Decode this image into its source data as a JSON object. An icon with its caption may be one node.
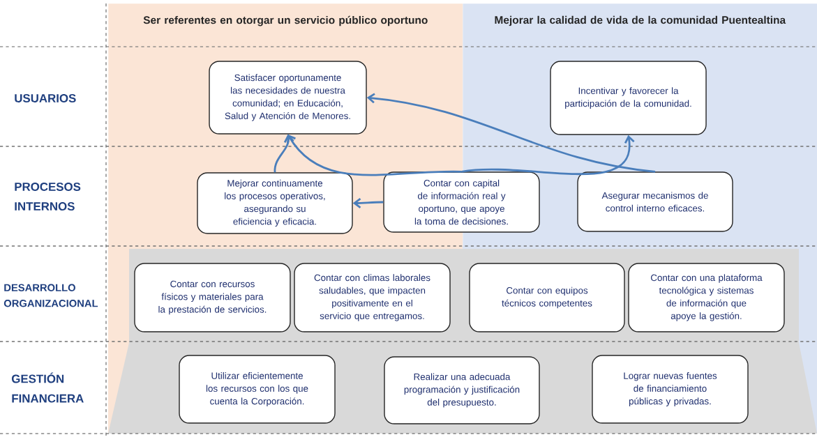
{
  "diagram": {
    "nodes": [
      {
        "text": [
          "Ser referentes en otorgar un servicio público oportuno"
        ]
      },
      {
        "text": [
          "Mejorar la calidad de vida de la comunidad  Puentealtina"
        ]
      },
      {
        "text": [
          "Satisfacer oportunamente las necesidades de nuestra comunidad; en Educación, Salud y Atención de Menores."
        ],
        "in": 0
      },
      {
        "text": [
          "Incentivar y favorecer la participación de la comunidad."
        ],
        "in": 1
      },
      {
        "text": [
          "Mejorar continuamente los procesos operativos, asegurando su eficiencia y eficacia."
        ],
        "in": 0
      },
      {
        "text": [
          "Contar con capital de información real y oportuno, que apoye la toma de decisiones."
        ]
      },
      {
        "text": [
          "Asegurar mecanismos de control interno eficaces."
        ],
        "in": 1
      },
      {
        "text": [
          "Contar con recursos físicos y materiales para la prestación de servicios."
        ]
      },
      {
        "text": [
          "Contar con climas laborales saludables, que impacten positivamente en el servicio que entregamos."
        ]
      },
      {
        "text": [
          "Contar con equipos técnicos competentes"
        ]
      },
      {
        "text": [
          "Contar con una plataforma tecnológica y sistemas de información que apoye la gestión."
        ]
      },
      {
        "text": [
          "Utilizar eficientemente los recursos con los que cuenta la Corporación."
        ]
      },
      {
        "text": [
          "Realizar una adecuada programación y justificación del presupuesto."
        ]
      },
      {
        "text": [
          "Lograr nuevas fuentes de financiamiento públicas y privadas."
        ]
      }
    ],
    "edges": [
      {
        "from": 4,
        "to": 2,
        "arrow": "to"
      },
      {
        "from": 5,
        "to": 4,
        "arrow": "to"
      },
      {
        "from": 5,
        "to": 2,
        "arrow": "to"
      },
      {
        "from": 5,
        "to": 3,
        "arrow": "to"
      },
      {
        "from": 6,
        "to": 2,
        "arrow": "to"
      }
    ],
    "labels": [
      "USUARIOS",
      "PROCESOS INTERNOS",
      "DESARROLLO ORGANIZACIONAL",
      "GESTIÓN FINANCIERA"
    ]
  }
}
